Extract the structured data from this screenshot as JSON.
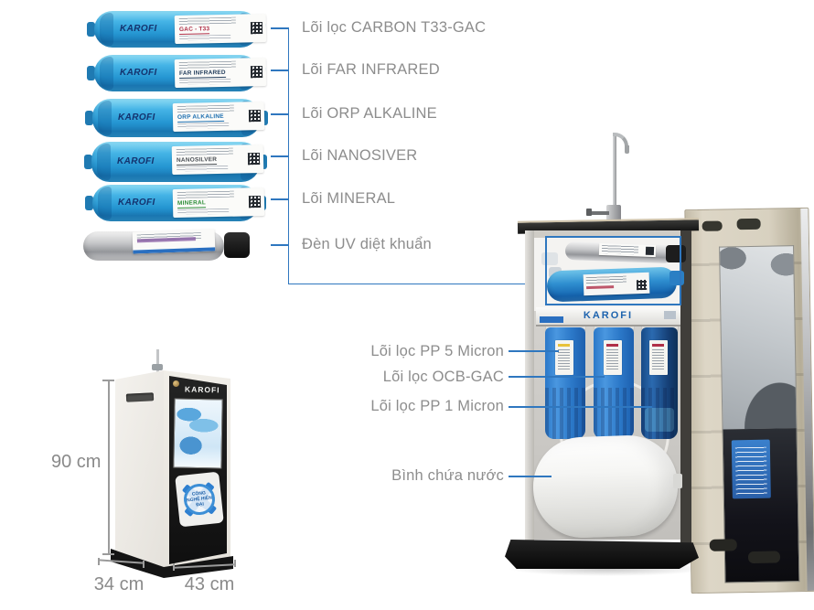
{
  "brand": "KAROFI",
  "top_callouts": {
    "items": [
      {
        "label": "Lõi lọc CARBON T33-GAC",
        "cartridge_label": "GAC - T33"
      },
      {
        "label": "Lõi FAR INFRARED",
        "cartridge_label": "FAR INFRARED"
      },
      {
        "label": "Lõi ORP ALKALINE",
        "cartridge_label": "ORP ALKALINE"
      },
      {
        "label": "Lõi NANOSIVER",
        "cartridge_label": "NANOSILVER"
      },
      {
        "label": "Lõi MINERAL",
        "cartridge_label": "MINERAL"
      },
      {
        "label": "Đèn UV diệt khuẩn"
      }
    ]
  },
  "right_callouts": {
    "items": [
      {
        "label": "Lõi lọc PP 5 Micron"
      },
      {
        "label": "Lõi lọc OCB-GAC"
      },
      {
        "label": "Lõi lọc PP 1 Micron"
      },
      {
        "label": "Bình chứa nước"
      }
    ]
  },
  "dimensions": {
    "height": "90 cm",
    "depth": "34 cm",
    "width": "43 cm"
  },
  "mini_cabinet": {
    "sticker_text": "CÔNG NGHỆ HIỆN ĐẠI"
  },
  "colors": {
    "callout_blue": "#2f77bf",
    "label_gray": "#8d8d8d",
    "dimension_gray": "#9b9b9b",
    "cartridge_blue": "#2596d2"
  }
}
